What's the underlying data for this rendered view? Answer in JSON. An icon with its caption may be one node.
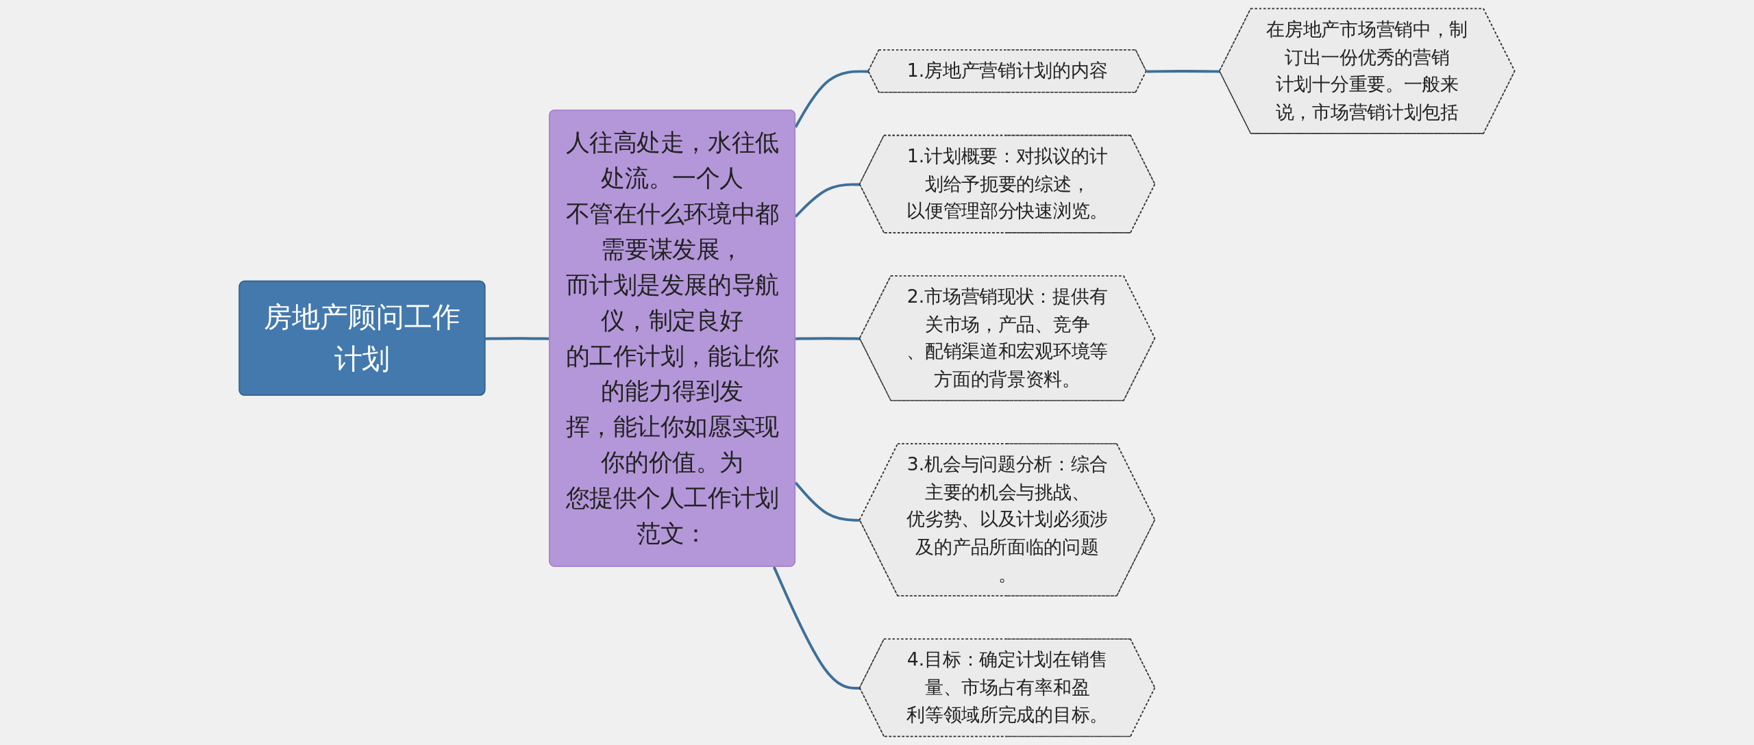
{
  "diagram": {
    "nodes": [
      {
        "text": [
          "房地产顾问工作计划"
        ]
      },
      {
        "text": [
          "人往高处走，水往低处流。一个人不管在什么环境中都需要谋发展，而计划是发展的导航仪，制定良好的工作计划，能让你的能力得到发挥，能让你如愿实现你的价值。为您提供个人工作计划范文："
        ]
      },
      {
        "text": [
          "1.房地产营销计划的内容"
        ]
      },
      {
        "text": [
          "在房地产市场营销中，制订出一份优秀的营销计划十分重要。一般来说，市场营销计划包括"
        ]
      },
      {
        "text": [
          "1.计划概要：对拟议的计划给予扼要的综述，以便管理部分快速浏览。"
        ]
      },
      {
        "text": [
          "2.市场营销现状：提供有关市场，产品、竞争、配销渠道和宏观环境等方面的背景资料。"
        ]
      },
      {
        "text": [
          "3.机会与问题分析：综合主要的机会与挑战、优劣势、以及计划必须涉及的产品所面临的问题。"
        ]
      },
      {
        "text": [
          "4.目标：确定计划在销售量、市场占有率和盈利等领域所完成的目标。"
        ]
      }
    ],
    "edges": [
      {
        "from": 0,
        "to": 1,
        "arrow": "none"
      },
      {
        "from": 1,
        "to": 2,
        "arrow": "none"
      },
      {
        "from": 2,
        "to": 3,
        "arrow": "none"
      },
      {
        "from": 1,
        "to": 4,
        "arrow": "none"
      },
      {
        "from": 1,
        "to": 5,
        "arrow": "none"
      },
      {
        "from": 1,
        "to": 6,
        "arrow": "none"
      },
      {
        "from": 1,
        "to": 7,
        "arrow": "none"
      }
    ]
  }
}
